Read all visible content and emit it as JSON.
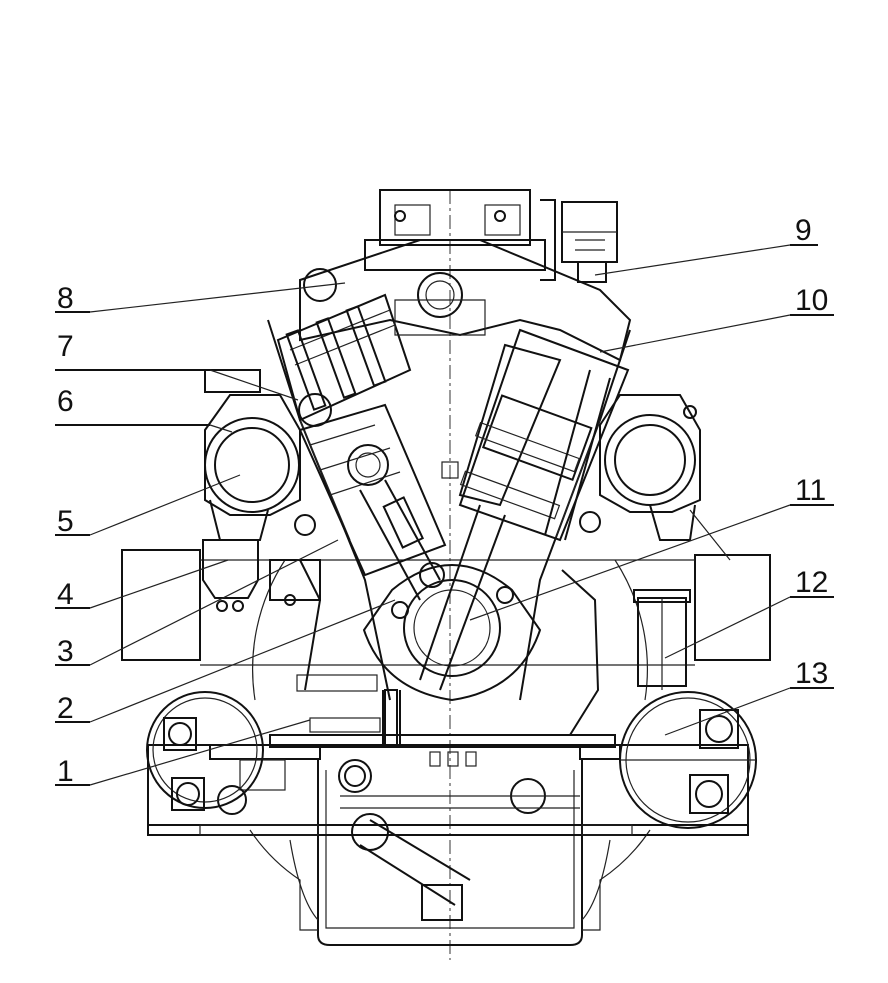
{
  "callouts": [
    {
      "number": "1"
    },
    {
      "number": "2"
    },
    {
      "number": "3"
    },
    {
      "number": "4"
    },
    {
      "number": "5"
    },
    {
      "number": "6"
    },
    {
      "number": "7"
    },
    {
      "number": "8"
    },
    {
      "number": "9"
    },
    {
      "number": "10"
    },
    {
      "number": "11"
    },
    {
      "number": "12"
    },
    {
      "number": "13"
    }
  ]
}
